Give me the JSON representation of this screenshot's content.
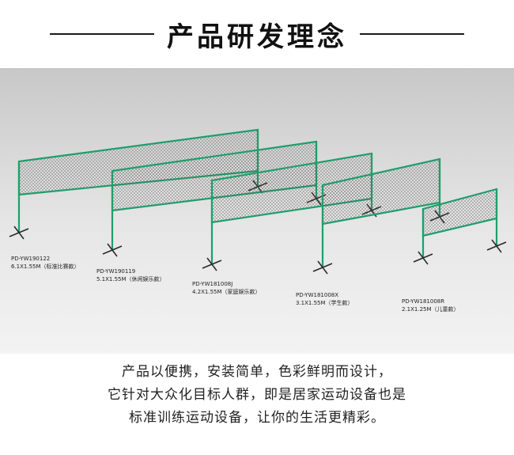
{
  "header": {
    "title": "产品研发理念"
  },
  "products": [
    {
      "model": "PD-YW190122",
      "spec": "6.1X1.55M（标准比赛款）"
    },
    {
      "model": "PD-YW190119",
      "spec": "5.1X1.55M（休闲娱乐款）"
    },
    {
      "model": "PD-YW181008J",
      "spec": "4.2X1.55M（家庭娱乐款）"
    },
    {
      "model": "PD-YW181008X",
      "spec": "3.1X1.55M（学生款）"
    },
    {
      "model": "PD-YW181008R",
      "spec": "2.1X1.25M（儿童款）"
    }
  ],
  "footer": {
    "line1": "产品以便携，安装简单，色彩鲜明而设计，",
    "line2": "它针对大众化目标人群，即是居家运动设备也是",
    "line3": "标准训练运动设备，让你的生活更精彩。"
  },
  "colors": {
    "frame": "#1f9e6a",
    "mesh": "#4a4a4a",
    "legs": "#2a2a2a"
  }
}
